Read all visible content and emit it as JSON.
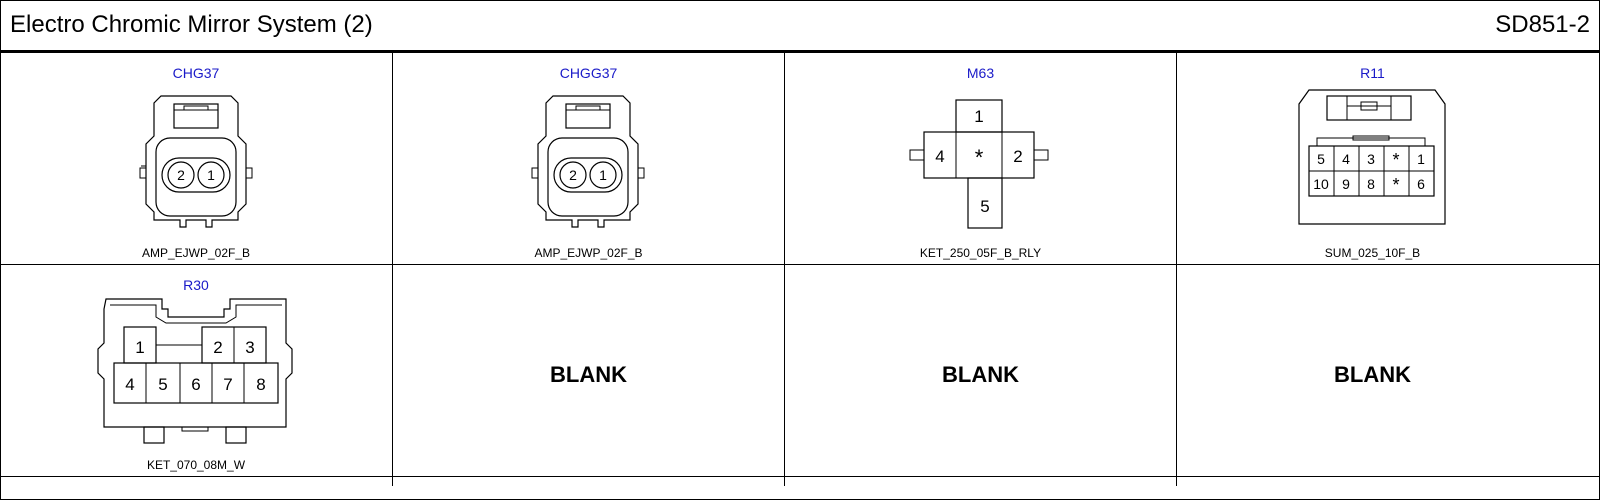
{
  "header": {
    "title": "Electro Chromic Mirror System (2)",
    "code": "SD851-2"
  },
  "connectors": [
    {
      "id": "CHG37",
      "part": "AMP_EJWP_02F_B",
      "pins": [
        "2",
        "1"
      ]
    },
    {
      "id": "CHGG37",
      "part": "AMP_EJWP_02F_B",
      "pins": [
        "2",
        "1"
      ]
    },
    {
      "id": "M63",
      "part": "KET_250_05F_B_RLY",
      "pins": {
        "top": "1",
        "left": "4",
        "center": "*",
        "right": "2",
        "bottom": "5"
      }
    },
    {
      "id": "R11",
      "part": "SUM_025_10F_B",
      "rows": [
        [
          "5",
          "4",
          "3",
          "*",
          "1"
        ],
        [
          "10",
          "9",
          "8",
          "*",
          "6"
        ]
      ]
    },
    {
      "id": "R30",
      "part": "KET_070_08M_W",
      "rows": [
        [
          "1",
          "2",
          "3"
        ],
        [
          "4",
          "5",
          "6",
          "7",
          "8"
        ]
      ]
    }
  ],
  "blanks": [
    "BLANK",
    "BLANK",
    "BLANK"
  ],
  "colors": {
    "label": "#1a1ac8",
    "line": "#000000"
  }
}
